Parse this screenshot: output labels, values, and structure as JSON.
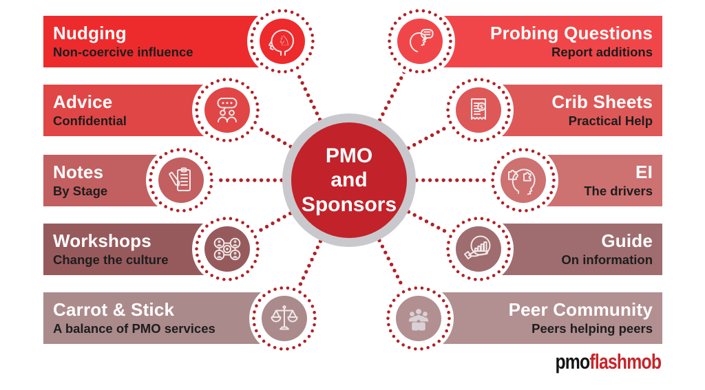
{
  "center": {
    "line1": "PMO",
    "line2": "and",
    "line3": "Sponsors"
  },
  "left_items": [
    {
      "title": "Nudging",
      "subtitle": "Non-coercive influence",
      "color": "#ED2B2D",
      "icon": "head-chess-knight-icon"
    },
    {
      "title": "Advice",
      "subtitle": "Confidential",
      "color": "#E04646",
      "icon": "speech-bubble-people-icon"
    },
    {
      "title": "Notes",
      "subtitle": "By Stage",
      "color": "#C25F60",
      "icon": "clipboard-pencil-icon"
    },
    {
      "title": "Workshops",
      "subtitle": "Change the culture",
      "color": "#975A5C",
      "icon": "team-network-icon"
    },
    {
      "title": "Carrot & Stick",
      "subtitle": "A balance of PMO services",
      "color": "#AB8A8B",
      "icon": "balance-scales-icon"
    }
  ],
  "right_items": [
    {
      "title": "Probing Questions",
      "subtitle": "Report additions",
      "color": "#F14649",
      "icon": "talking-face-bubble-icon"
    },
    {
      "title": "Crib Sheets",
      "subtitle": "Practical Help",
      "color": "#DE5858",
      "icon": "receipt-dollar-icon"
    },
    {
      "title": "EI",
      "subtitle": "The drivers",
      "color": "#CD7171",
      "icon": "head-puzzle-icon"
    },
    {
      "title": "Guide",
      "subtitle": "On information",
      "color": "#9F6D6F",
      "icon": "hand-chart-icon"
    },
    {
      "title": "Peer Community",
      "subtitle": "Peers helping peers",
      "color": "#B28F91",
      "icon": "people-group-icon"
    }
  ],
  "logo": {
    "part1": "pmo",
    "part2": "flashmob",
    "part1_color": "#151515",
    "part2_color": "#C6242A"
  },
  "colors": {
    "dot_red": "#B22024",
    "hub_red": "#C2222A",
    "hub_ring": "#C9C9CD",
    "icon_line": "#F2E9E9",
    "people_fill": "#D9D2D4",
    "title_text": "#FFFFFF",
    "subtitle_text": "#1D1D1D",
    "background": "#FFFFFF"
  }
}
